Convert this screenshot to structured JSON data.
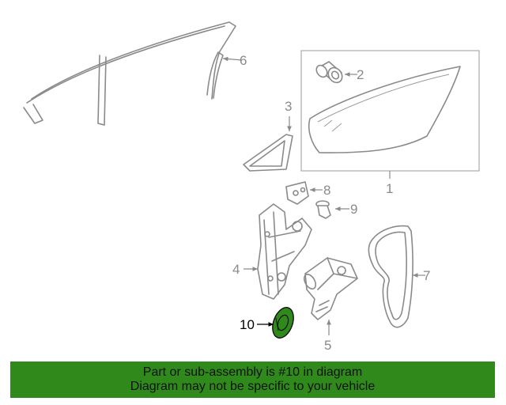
{
  "callouts": {
    "c1": "1",
    "c2": "2",
    "c3": "3",
    "c4": "4",
    "c5": "5",
    "c6": "6",
    "c7": "7",
    "c8": "8",
    "c9": "9",
    "c10": "10"
  },
  "highlight_color": "#2f8a1b",
  "banner": {
    "line1": "Part or sub-assembly is #10 in diagram",
    "line2": "Diagram may not be specific to your vehicle"
  }
}
